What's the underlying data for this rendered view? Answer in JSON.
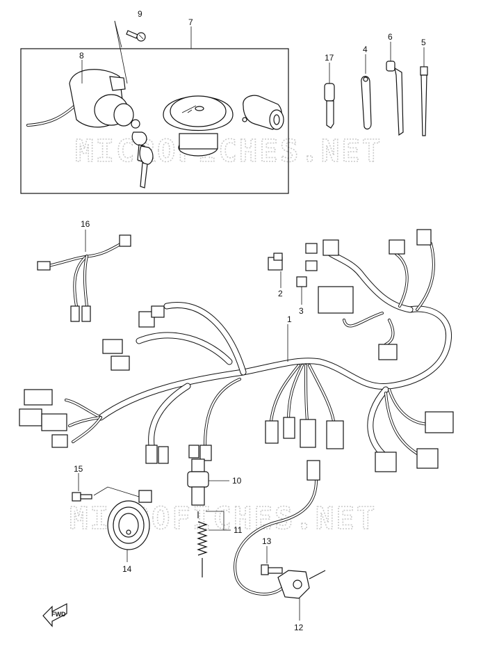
{
  "watermark": "MICROFICHES.NET",
  "direction_label": "FWD",
  "callouts": [
    {
      "id": "c1",
      "number": "1"
    },
    {
      "id": "c2",
      "number": "2"
    },
    {
      "id": "c3",
      "number": "3"
    },
    {
      "id": "c4",
      "number": "4"
    },
    {
      "id": "c5",
      "number": "5"
    },
    {
      "id": "c6",
      "number": "6"
    },
    {
      "id": "c7",
      "number": "7"
    },
    {
      "id": "c8",
      "number": "8"
    },
    {
      "id": "c9",
      "number": "9"
    },
    {
      "id": "c10",
      "number": "10"
    },
    {
      "id": "c11",
      "number": "11"
    },
    {
      "id": "c12",
      "number": "12"
    },
    {
      "id": "c13",
      "number": "13"
    },
    {
      "id": "c14",
      "number": "14"
    },
    {
      "id": "c15",
      "number": "15"
    },
    {
      "id": "c16",
      "number": "16"
    },
    {
      "id": "c17",
      "number": "17"
    }
  ]
}
